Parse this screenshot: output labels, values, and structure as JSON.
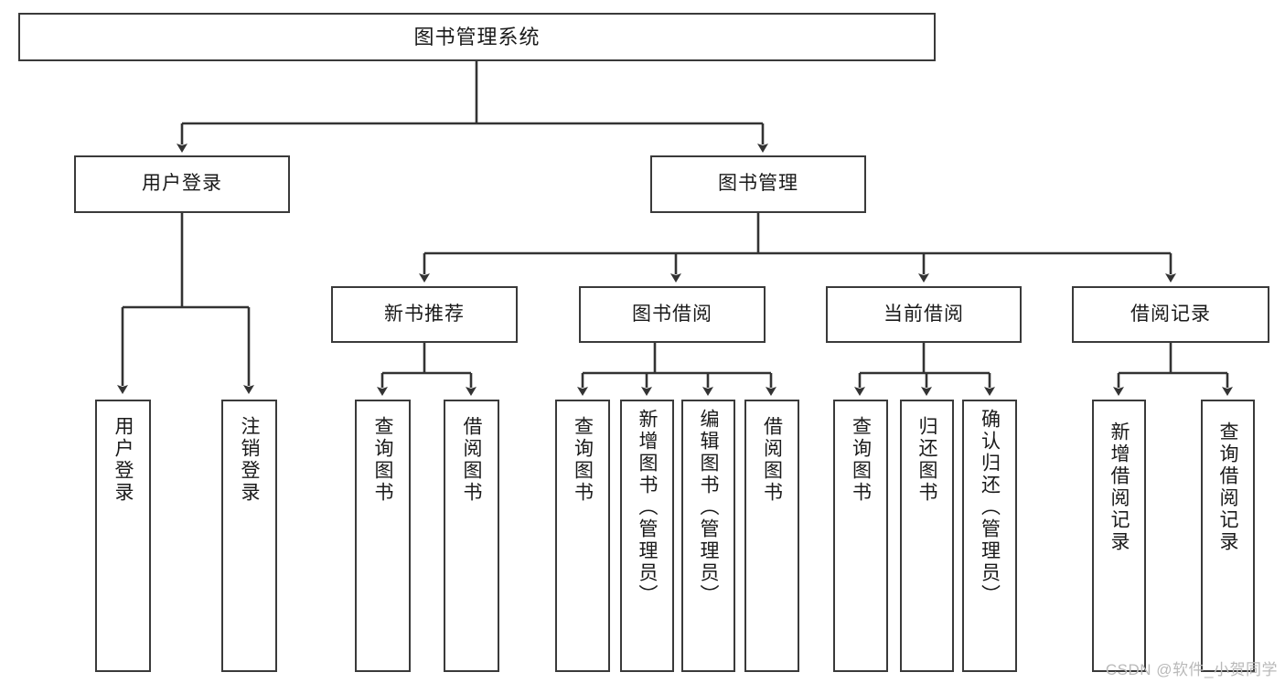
{
  "diagram": {
    "type": "tree",
    "title": "图书管理系统",
    "watermark": "CSDN @软件_小贺同学",
    "colors": {
      "box_border": "#3a3a3a",
      "box_fill": "#ffffff",
      "connector": "#333333",
      "text": "#1a1a1a",
      "watermark": "#b9b9b9"
    },
    "nodes": {
      "root": {
        "label": "图书管理系统",
        "level": 1,
        "orientation": "horizontal"
      },
      "l2": [
        {
          "id": "user_login",
          "label": "用户登录",
          "level": 2,
          "orientation": "horizontal"
        },
        {
          "id": "book_manage",
          "label": "图书管理",
          "level": 2,
          "orientation": "horizontal"
        }
      ],
      "l3": [
        {
          "id": "new_book_rec",
          "label": "新书推荐",
          "level": 3,
          "orientation": "horizontal",
          "parent": "book_manage"
        },
        {
          "id": "book_borrow",
          "label": "图书借阅",
          "level": 3,
          "orientation": "horizontal",
          "parent": "book_manage"
        },
        {
          "id": "current_borrow",
          "label": "当前借阅",
          "level": 3,
          "orientation": "horizontal",
          "parent": "book_manage"
        },
        {
          "id": "borrow_record",
          "label": "借阅记录",
          "level": 3,
          "orientation": "horizontal",
          "parent": "book_manage"
        }
      ],
      "leaves": [
        {
          "id": "leaf_user_login",
          "label": "用户登录",
          "parent": "user_login",
          "orientation": "vertical"
        },
        {
          "id": "leaf_logout",
          "label": "注销登录",
          "parent": "user_login",
          "orientation": "vertical"
        },
        {
          "id": "leaf_query_book_rec",
          "label": "查询图书",
          "parent": "new_book_rec",
          "orientation": "vertical"
        },
        {
          "id": "leaf_borrow_book_rec",
          "label": "借阅图书",
          "parent": "new_book_rec",
          "orientation": "vertical"
        },
        {
          "id": "leaf_query_book_bb",
          "label": "查询图书",
          "parent": "book_borrow",
          "orientation": "vertical"
        },
        {
          "id": "leaf_add_book",
          "label": "新增图书（管理员）",
          "parent": "book_borrow",
          "orientation": "vertical"
        },
        {
          "id": "leaf_edit_book",
          "label": "编辑图书（管理员）",
          "parent": "book_borrow",
          "orientation": "vertical"
        },
        {
          "id": "leaf_borrow_book_bb",
          "label": "借阅图书",
          "parent": "book_borrow",
          "orientation": "vertical"
        },
        {
          "id": "leaf_query_book_cb",
          "label": "查询图书",
          "parent": "current_borrow",
          "orientation": "vertical"
        },
        {
          "id": "leaf_return_book",
          "label": "归还图书",
          "parent": "current_borrow",
          "orientation": "vertical"
        },
        {
          "id": "leaf_confirm_return",
          "label": "确认归还（管理员）",
          "parent": "current_borrow",
          "orientation": "vertical"
        },
        {
          "id": "leaf_add_record",
          "label": "新增借阅记录",
          "parent": "borrow_record",
          "orientation": "vertical"
        },
        {
          "id": "leaf_query_record",
          "label": "查询借阅记录",
          "parent": "borrow_record",
          "orientation": "vertical"
        }
      ]
    }
  }
}
